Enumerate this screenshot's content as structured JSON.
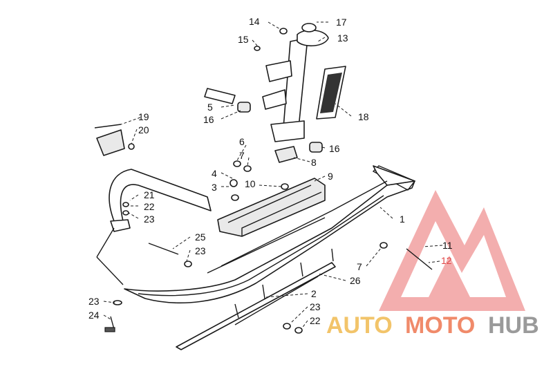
{
  "diagram": {
    "callouts": [
      "1",
      "2",
      "3",
      "4",
      "5",
      "6",
      "7",
      "8",
      "9",
      "10",
      "11",
      "12",
      "13",
      "14",
      "15",
      "16",
      "16",
      "17",
      "18",
      "19",
      "20",
      "21",
      "22",
      "22",
      "23",
      "23",
      "23",
      "23",
      "24",
      "25",
      "26",
      "7"
    ]
  },
  "watermark": {
    "brand": "AUTOMOTOHUB",
    "parts": [
      "AUTO",
      "MOTO",
      "HUB"
    ],
    "colors": {
      "auto": "#f2c46a",
      "moto": "#f08a6a",
      "hub": "#9a9a9a",
      "triangle": "#f2706f"
    }
  }
}
